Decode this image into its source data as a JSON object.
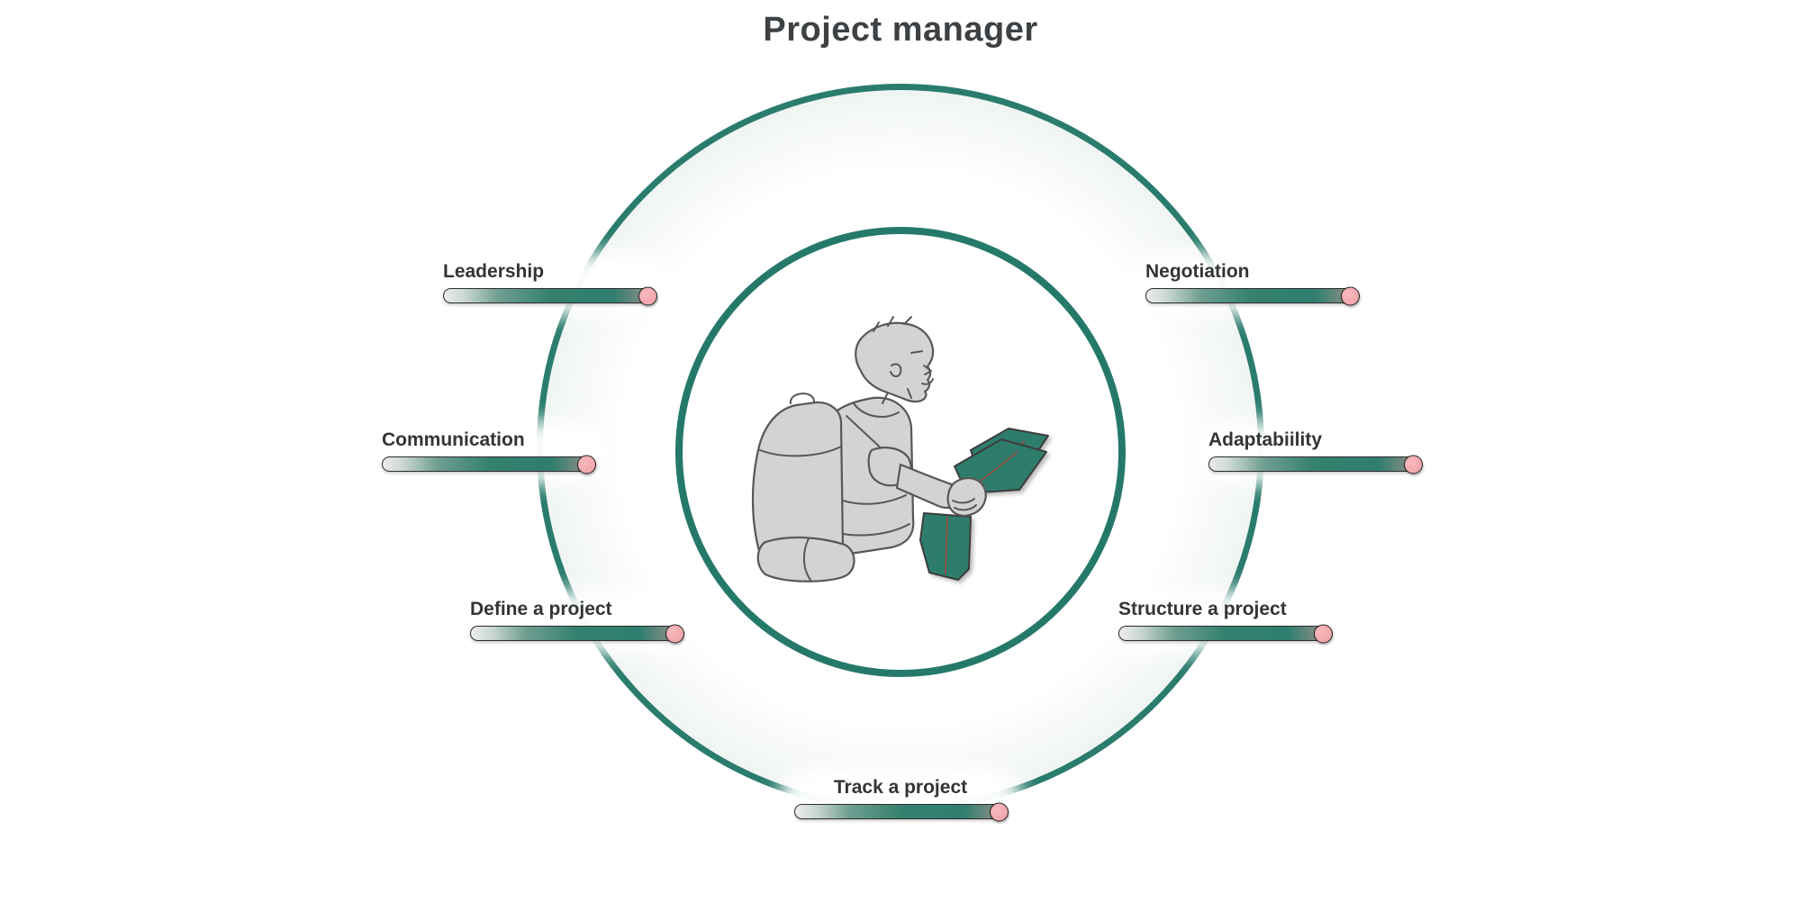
{
  "title": "Project manager",
  "skills": [
    {
      "label": "Leadership"
    },
    {
      "label": "Negotiation"
    },
    {
      "label": "Communication"
    },
    {
      "label": "Adaptabiility"
    },
    {
      "label": "Define a project"
    },
    {
      "label": "Structure a project"
    },
    {
      "label": "Track a project"
    }
  ],
  "illustration": {
    "name": "hiker-reading-map",
    "description": "Hand-drawn backpacker reading a folded green map"
  },
  "colors": {
    "ring_teal": "#2a7c6d",
    "inner_ring_teal": "#25796a",
    "bar_teal": "#2f7e6f",
    "bar_start_gray": "#ededed",
    "knob_pink": "#efa0a5",
    "map_green": "#2e7d6c",
    "map_fold_red": "#9b4a42",
    "figure_gray": "#d3d3d3",
    "title_text": "#3d4144",
    "label_text": "#343434",
    "ring_fill_edge": "#d8e6e2"
  }
}
